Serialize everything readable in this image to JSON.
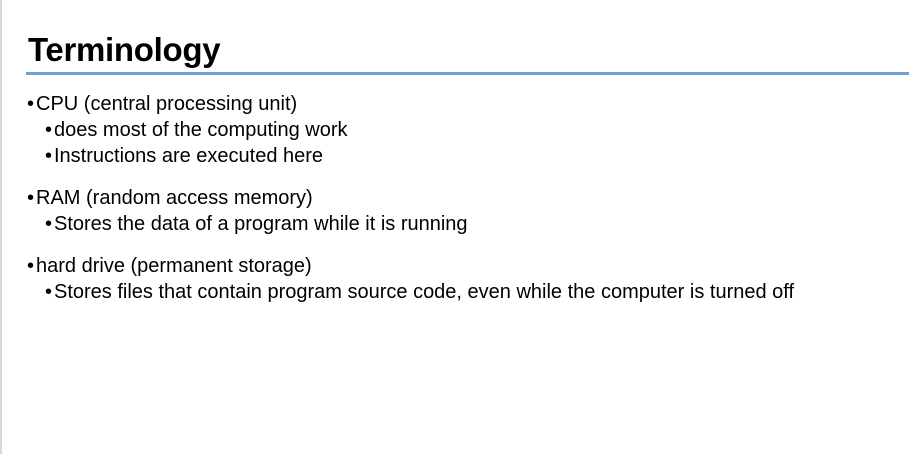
{
  "slide": {
    "title": "Terminology",
    "bullet_glyph": "•",
    "groups": [
      {
        "heading": "CPU (central processing unit)",
        "points": [
          "does most of the computing work",
          "Instructions are executed here"
        ]
      },
      {
        "heading": "RAM (random access memory)",
        "points": [
          "Stores the data of a program while it is running"
        ]
      },
      {
        "heading": "hard drive (permanent storage)",
        "points": [
          "Stores files that contain program source code, even while the computer is turned off"
        ]
      }
    ]
  },
  "colors": {
    "rule": "#6e9fd6",
    "text": "#000000",
    "background": "#ffffff"
  }
}
